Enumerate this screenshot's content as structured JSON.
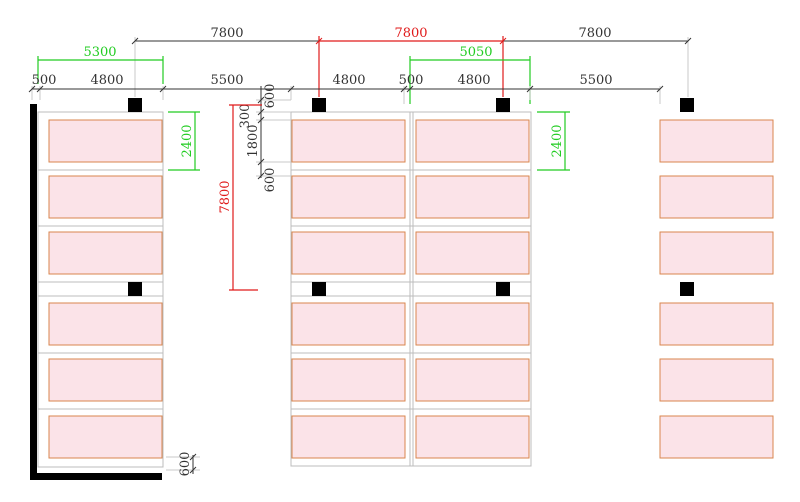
{
  "colors": {
    "background": "#ffffff",
    "dim_black": "#333333",
    "dim_green": "#22cc22",
    "dim_red": "#e01a1a",
    "panel_fill": "#fbe3e8",
    "panel_stroke": "#d9864e",
    "cell_line": "#bcbcbc",
    "column_fill": "#000000",
    "wall_fill": "#000000"
  },
  "dimensions": {
    "top_span_1": "7800",
    "top_span_2_red": "7800",
    "top_span_3": "7800",
    "span_left_green": "5300",
    "span_mid_green": "5050",
    "seg_500_left": "500",
    "seg_4800_left": "4800",
    "seg_5500_left": "5500",
    "seg_4800_mid_a": "4800",
    "seg_500_mid": "500",
    "seg_4800_mid_b": "4800",
    "seg_5500_right": "5500",
    "v_600_top": "600",
    "v_300": "300",
    "v_1800": "1800",
    "v_600_mid": "600",
    "v_2400_left_green": "2400",
    "v_2400_right_green": "2400",
    "v_7800_red": "7800",
    "v_600_bottom": "600"
  }
}
